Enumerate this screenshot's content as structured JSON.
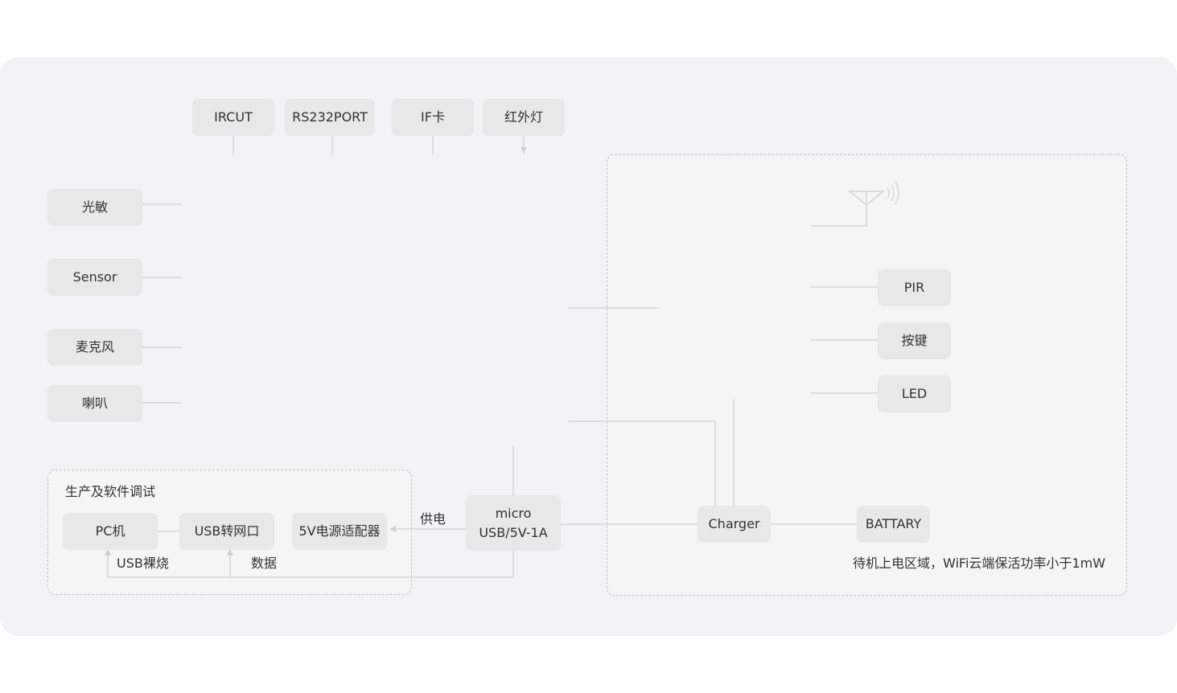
{
  "top": {
    "ircut": "IRCUT",
    "rs232": "RS232PORT",
    "tf": "IF卡",
    "ir_light": "红外灯"
  },
  "left": {
    "light_sensor": "光敏",
    "sensor": "Sensor",
    "mic": "麦克风",
    "speaker": "喇叭"
  },
  "production": {
    "title": "生产及软件调试",
    "pc": "PC机",
    "usb_serial": "USB转网口",
    "adapter": "5V电源适配器",
    "usb_burn": "USB裸烧",
    "data": "数据"
  },
  "power": {
    "supply_label": "供电",
    "micro_usb_line1": "micro",
    "micro_usb_line2": "USB/5V-1A"
  },
  "standby": {
    "pir": "PIR",
    "key": "按键",
    "led": "LED",
    "charger": "Charger",
    "battery": "BATTARY",
    "note": "待机上电区域，WiFi云端保活功率小于1mW"
  },
  "colors": {
    "panel": "#f2f3f6",
    "block": "#e8e8e8",
    "line": "#cfcfcf",
    "dash": "#c2c2c2"
  },
  "icons": {
    "antenna": "antenna-icon"
  }
}
